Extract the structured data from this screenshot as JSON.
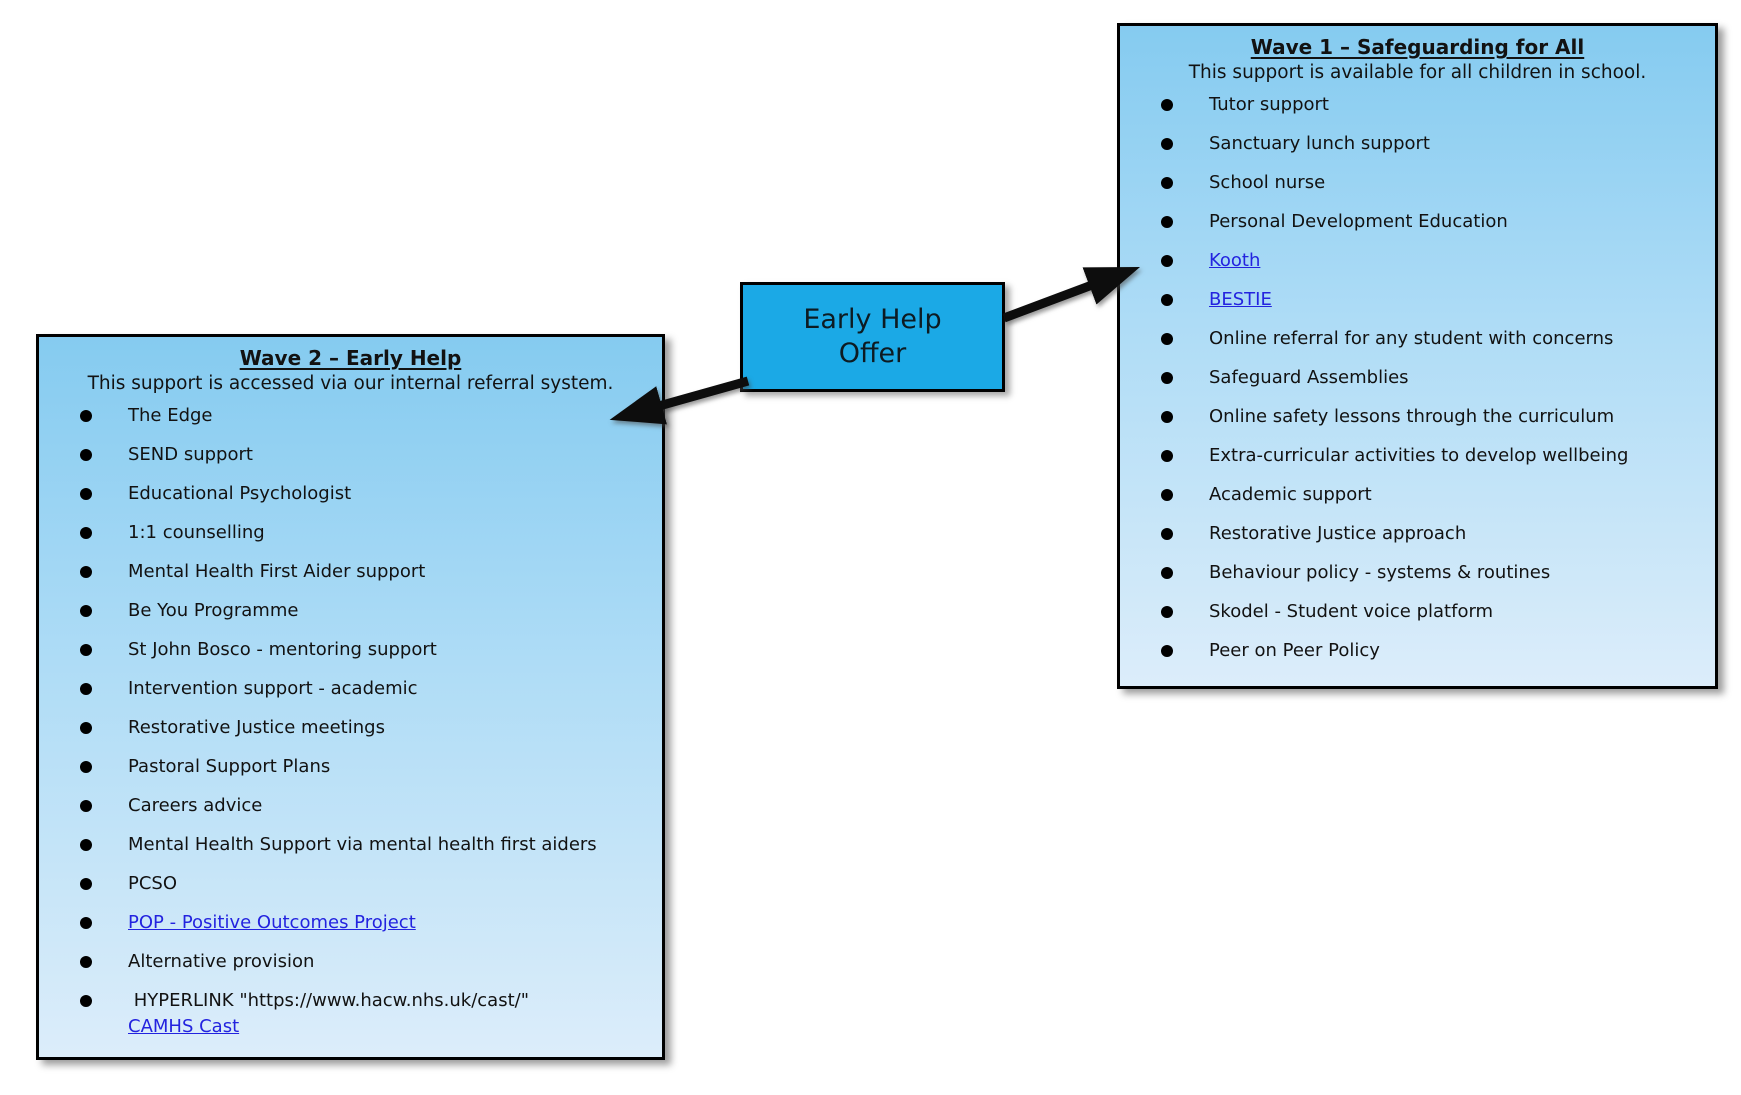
{
  "diagram": {
    "center": {
      "line1": "Early Help",
      "line2": "Offer"
    },
    "wave1": {
      "title": "Wave 1 – Safeguarding for All",
      "subtitle": "This support is available for all children in school.",
      "items": [
        {
          "text": "Tutor support"
        },
        {
          "text": "Sanctuary lunch support"
        },
        {
          "text": "School nurse"
        },
        {
          "text": "Personal Development Education"
        },
        {
          "text": "Kooth",
          "link": true
        },
        {
          "text": "BESTIE",
          "link": true
        },
        {
          "text": "Online referral for any student with concerns"
        },
        {
          "text": "Safeguard Assemblies"
        },
        {
          "text": "Online safety lessons through the curriculum"
        },
        {
          "text": "Extra-curricular activities to develop wellbeing"
        },
        {
          "text": "Academic support"
        },
        {
          "text": "Restorative Justice approach"
        },
        {
          "text": "Behaviour policy - systems & routines"
        },
        {
          "text": "Skodel - Student voice platform"
        },
        {
          "text": "Peer on Peer Policy"
        }
      ]
    },
    "wave2": {
      "title": "Wave 2 – Early Help",
      "subtitle": "This support is accessed via our internal referral system.",
      "items": [
        {
          "text": "The Edge"
        },
        {
          "text": "SEND support"
        },
        {
          "text": "Educational Psychologist"
        },
        {
          "text": "1:1 counselling"
        },
        {
          "text": "Mental Health First Aider support"
        },
        {
          "text": "Be You Programme"
        },
        {
          "text": "St John Bosco - mentoring support"
        },
        {
          "text": "Intervention support - academic"
        },
        {
          "text": "Restorative Justice meetings"
        },
        {
          "text": "Pastoral Support Plans"
        },
        {
          "text": "Careers advice"
        },
        {
          "text": "Mental Health Support via mental health first aiders"
        },
        {
          "text": "PCSO"
        },
        {
          "text": "POP - Positive Outcomes Project",
          "link": true
        },
        {
          "text": "Alternative provision"
        },
        {
          "prefix": " HYPERLINK \"https://www.hacw.nhs.uk/cast/\"",
          "text": "CAMHS Cast",
          "link": true
        }
      ]
    },
    "colors": {
      "box_top": "#85CBF0",
      "box_mid": "#AEDCF6",
      "box_bottom": "#DCEDFA",
      "center_fill": "#1BA9E6",
      "link": "#2323DF",
      "text": "#121212",
      "border": "#000000",
      "arrow": "#0d0d0d"
    }
  }
}
